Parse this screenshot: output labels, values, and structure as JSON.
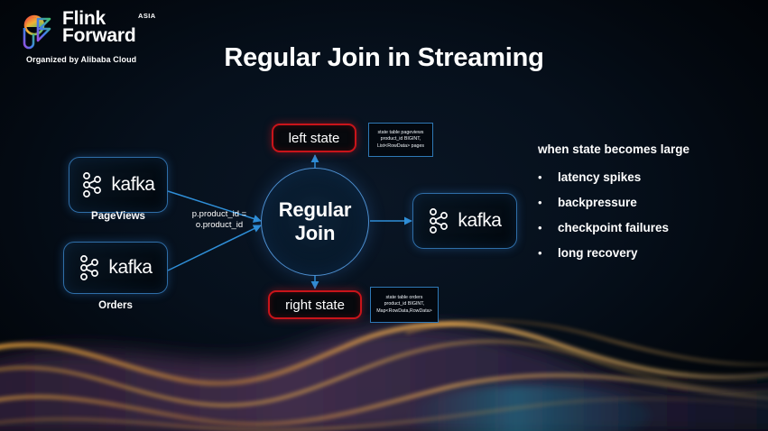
{
  "brand": {
    "line1": "Flink",
    "line2": "Forward",
    "region": "ASIA",
    "organized_by": "Organized by Alibaba Cloud",
    "logo_icon": "flink-forward-logo-icon"
  },
  "title": "Regular Join in Streaming",
  "diagram": {
    "sources": [
      {
        "logo": "kafka-icon",
        "label": "kafka",
        "caption": "PageViews"
      },
      {
        "logo": "kafka-icon",
        "label": "kafka",
        "caption": "Orders"
      }
    ],
    "sink": {
      "logo": "kafka-icon",
      "label": "kafka"
    },
    "center": {
      "line1": "Regular",
      "line2": "Join"
    },
    "predicate": "p.product_id =\no.product_id",
    "left_state": {
      "pill": "left state",
      "schema": "state table pageviews\nproduct_id BIGINT,\nList<RowData> pages"
    },
    "right_state": {
      "pill": "right state",
      "schema": "state table orders\nproduct_id BIGINT,\nMap<RowData,RowData>"
    }
  },
  "notes": {
    "heading": "when state becomes large",
    "bullet_marker": "•",
    "bullets": [
      "latency spikes",
      "backpressure",
      "checkpoint failures",
      "long recovery"
    ]
  },
  "colors": {
    "background": "#03080f",
    "accent_blue": "#2f8fd8",
    "state_red": "#c9141a",
    "text": "#ffffff",
    "wave_orange": "#e2a23c",
    "wave_purple": "#4a3a63"
  }
}
